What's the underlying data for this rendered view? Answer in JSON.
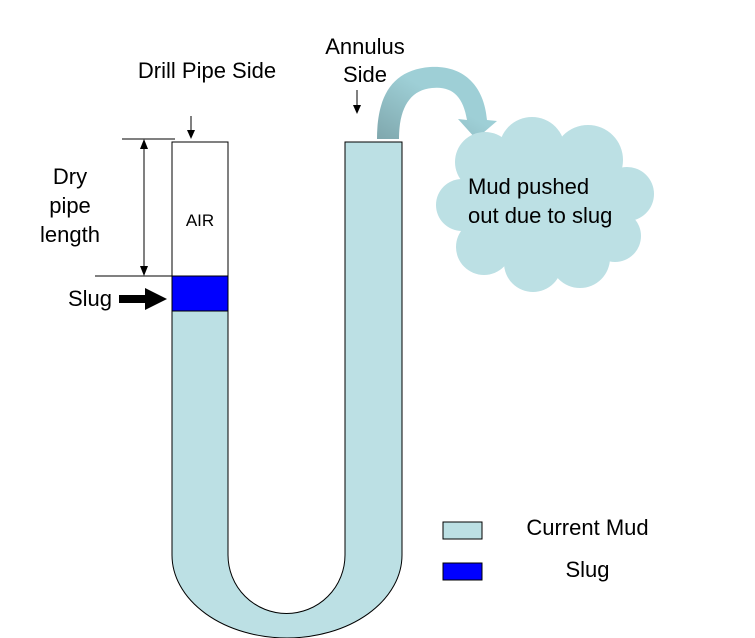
{
  "labels": {
    "drill_pipe_side": "Drill Pipe Side",
    "annulus_line1": "Annulus",
    "annulus_line2": "Side",
    "dry_line1": "Dry",
    "dry_line2": "pipe",
    "dry_line3": "length",
    "air": "AIR",
    "slug_pointer": "Slug",
    "cloud_line1": "Mud pushed",
    "cloud_line2": "out due to slug"
  },
  "legend": {
    "items": [
      {
        "label": "Current Mud",
        "color": "#bce0e4"
      },
      {
        "label": "Slug",
        "color": "#0000ff"
      }
    ]
  },
  "colors": {
    "mud": "#bce0e4",
    "slug": "#0000ff",
    "air": "#ffffff",
    "outline": "#000000",
    "curved_arrow": "#9ecfd6",
    "curved_arrow_shade": "#7fa7ad",
    "pointer_arrow": "#000000"
  }
}
